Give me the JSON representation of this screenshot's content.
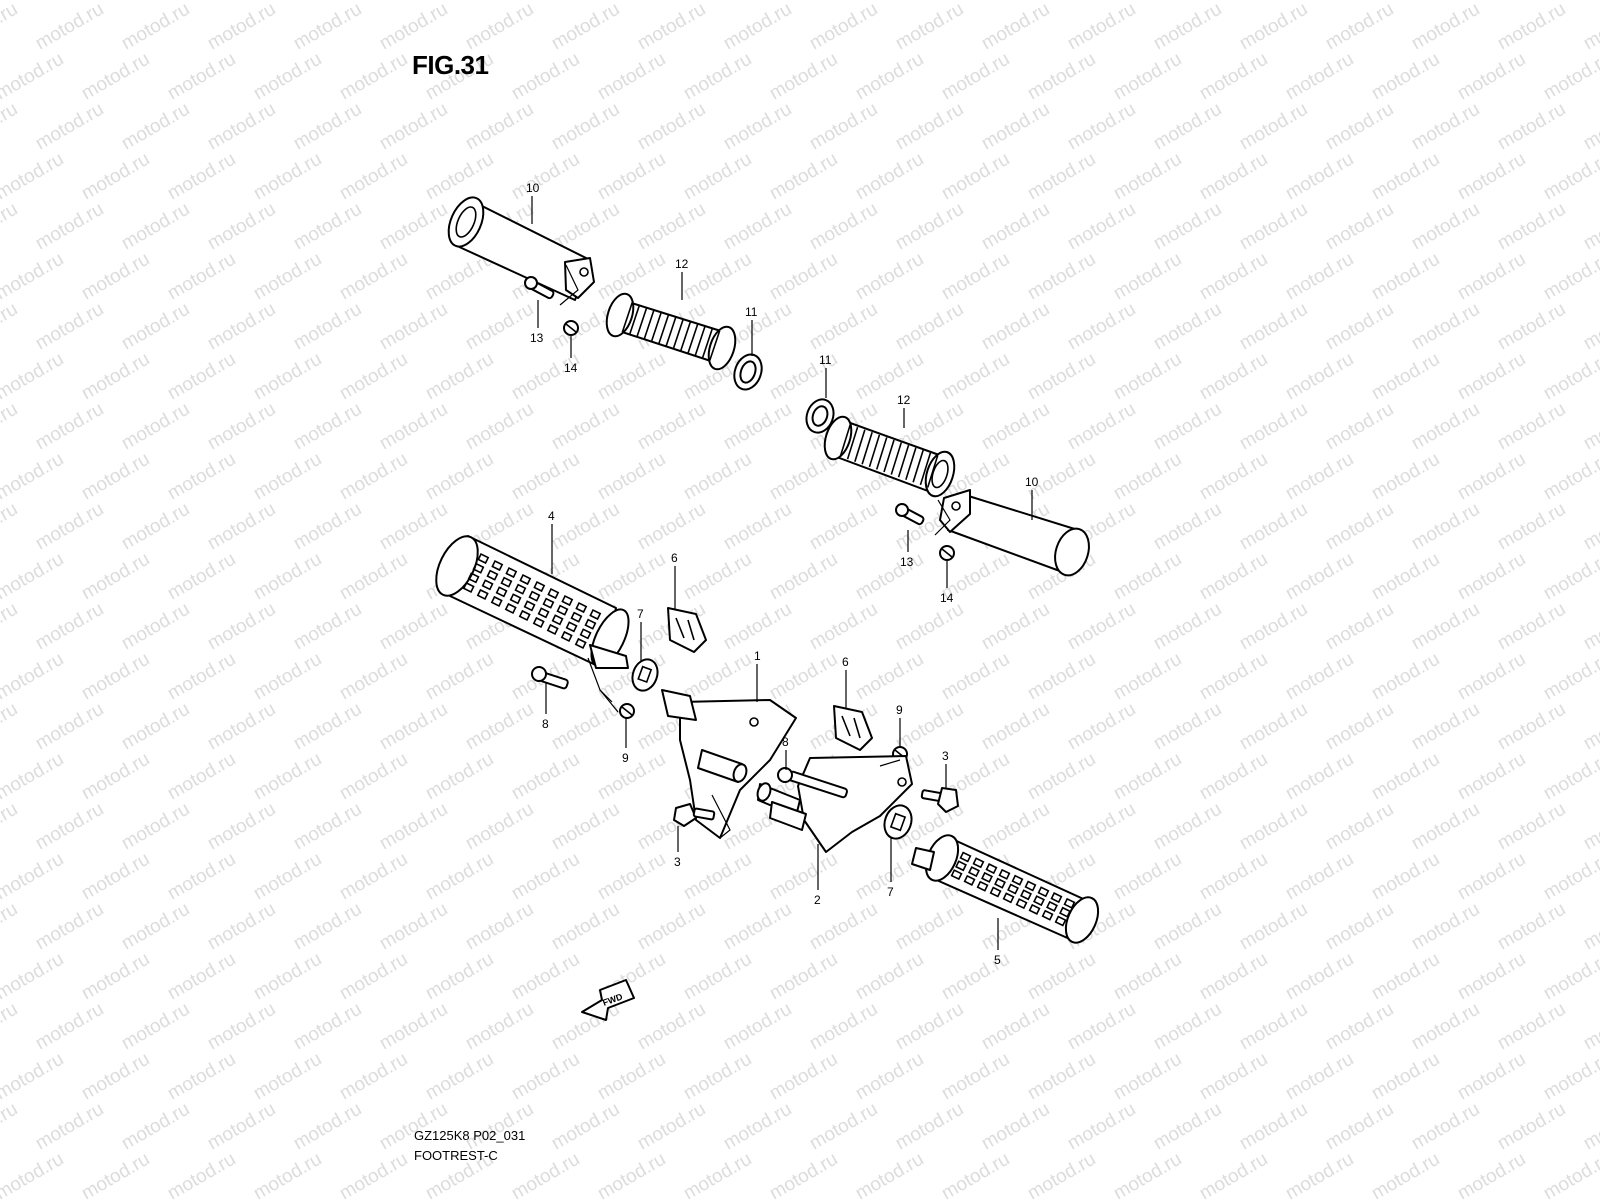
{
  "figure": {
    "title": "FIG.31",
    "code": "GZ125K8 P02_031",
    "caption": "FOOTREST-C"
  },
  "watermark": {
    "text": "motod.ru",
    "color": "#dcdcdc"
  },
  "direction_arrow": {
    "label": "FWD"
  },
  "callouts": {
    "p10a": "10",
    "p12a": "12",
    "p11a": "11",
    "p13a": "13",
    "p14a": "14",
    "p11b": "11",
    "p12b": "12",
    "p10b": "10",
    "p13b": "13",
    "p14b": "14",
    "p4": "4",
    "p6a": "6",
    "p7a": "7",
    "p8a": "8",
    "p9a": "9",
    "p1": "1",
    "p3a": "3",
    "p6b": "6",
    "p9b": "9",
    "p8b": "8",
    "p3b": "3",
    "p2": "2",
    "p7b": "7",
    "p5": "5"
  }
}
